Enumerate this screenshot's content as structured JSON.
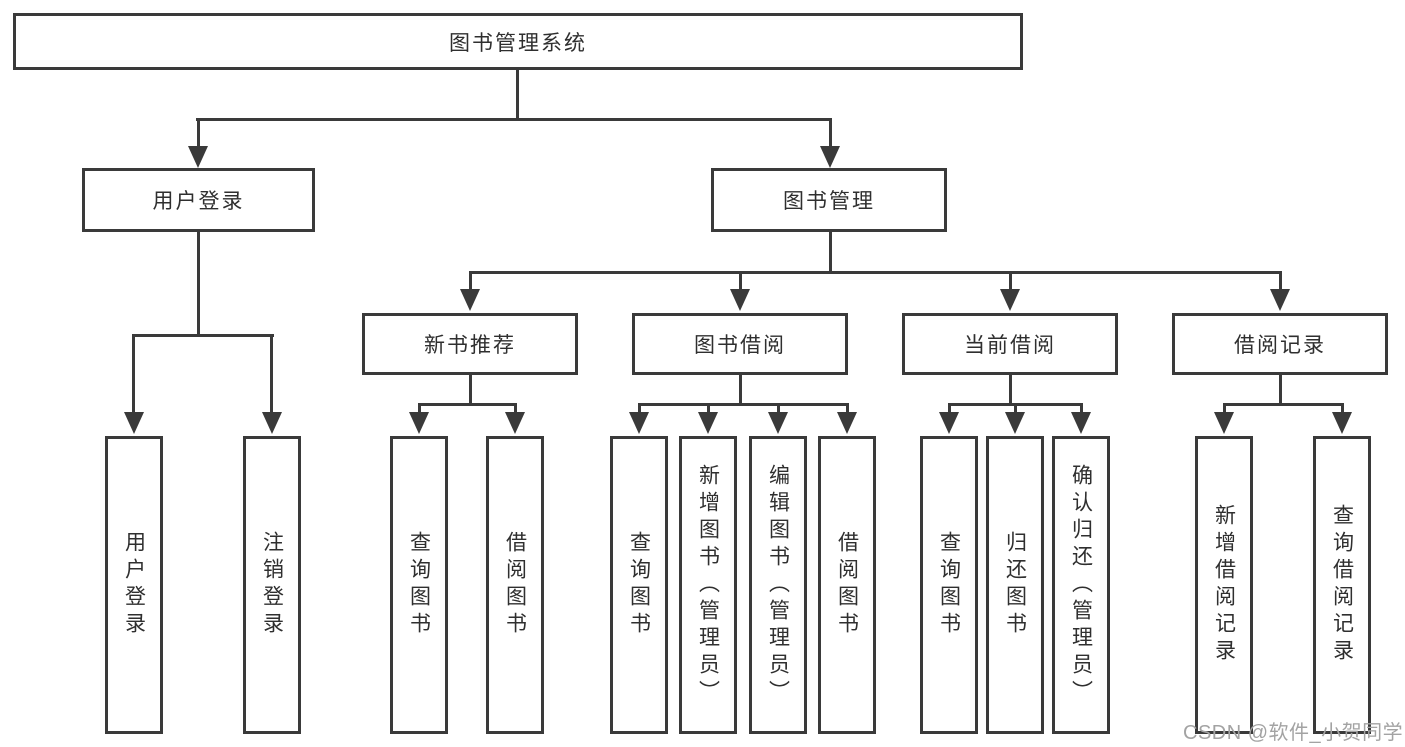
{
  "diagram": {
    "root": {
      "label": "图书管理系统"
    },
    "level2": [
      {
        "label": "用户登录"
      },
      {
        "label": "图书管理"
      }
    ],
    "level3": [
      {
        "label": "新书推荐"
      },
      {
        "label": "图书借阅"
      },
      {
        "label": "当前借阅"
      },
      {
        "label": "借阅记录"
      }
    ],
    "leaves": [
      {
        "label": "用户登录"
      },
      {
        "label": "注销登录"
      },
      {
        "label": "查询图书"
      },
      {
        "label": "借阅图书"
      },
      {
        "label": "查询图书"
      },
      {
        "label": "新增图书（管理员）"
      },
      {
        "label": "编辑图书（管理员）"
      },
      {
        "label": "借阅图书"
      },
      {
        "label": "查询图书"
      },
      {
        "label": "归还图书"
      },
      {
        "label": "确认归还（管理员）"
      },
      {
        "label": "新增借阅记录"
      },
      {
        "label": "查询借阅记录"
      }
    ],
    "watermark": "CSDN @软件_小贺同学",
    "colors": {
      "line": "#3a3a3a",
      "text": "#2f2f2f",
      "watermark": "#a3a3a3",
      "background": "#ffffff"
    }
  }
}
